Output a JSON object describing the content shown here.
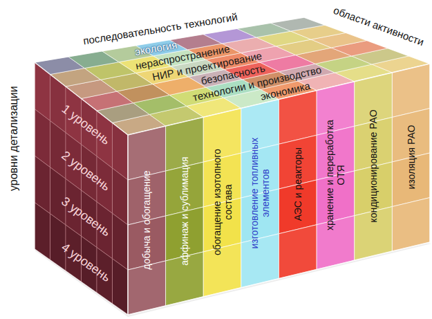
{
  "diagram": {
    "labels": [
      "последовательность технологий",
      "области активности",
      "уровни детализации",
      "экология",
      "нераспространение",
      "НИР и проектирование",
      "безопасность",
      "технологии и производство",
      "экономика",
      "1 уровень",
      "2 уровень",
      "3 уровень",
      "4 уровень",
      "добыча и обогащение",
      "аффинаж и сублимация",
      "обогащение изотопного состава",
      "изготовление топливных элементов",
      "АЭС и реакторы",
      "хранение и переработка ОТЯ",
      "кондиционирование РАО",
      "изоляция РАО"
    ]
  }
}
